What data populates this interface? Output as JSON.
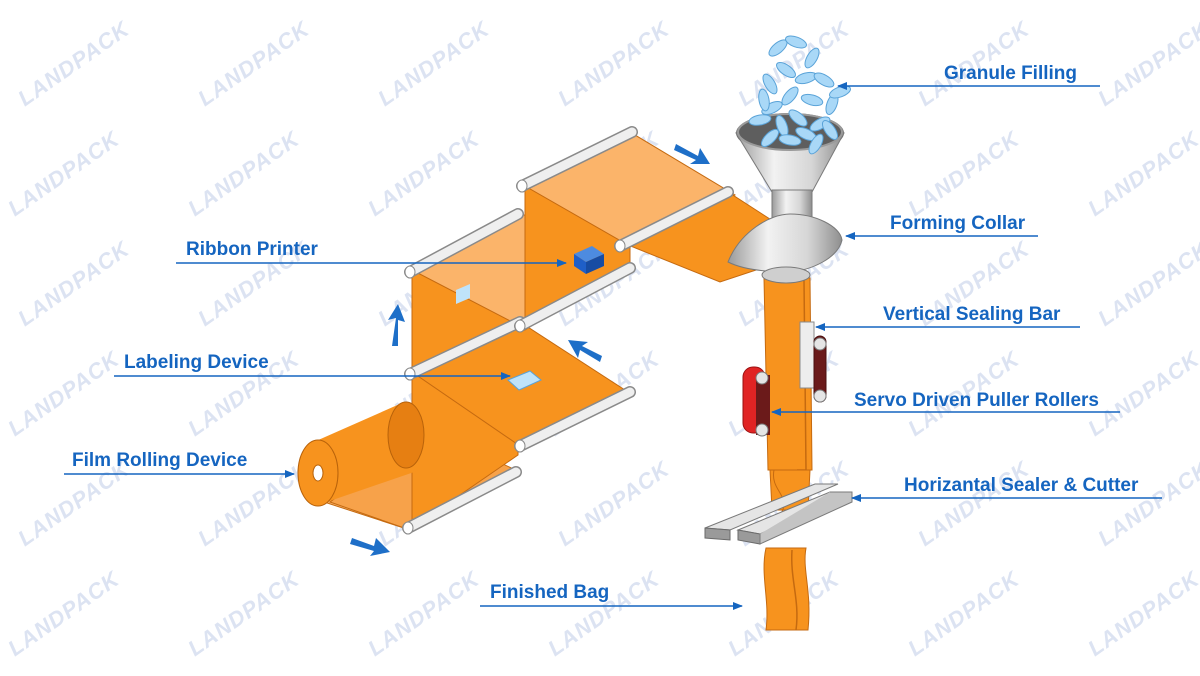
{
  "watermark": "LANDPACK",
  "colors": {
    "film": "#F7931E",
    "film_light": "#FBB46A",
    "film_dark": "#D9760A",
    "label_text": "#1565C0",
    "leader": "#1565C0",
    "arrow": "#1E6FC8",
    "roller": "#E6E6E6",
    "roller_edge": "#8A8A8A",
    "granule": "#A9D8F7",
    "printer": "#1F5FC8",
    "puller_red": "#E02424",
    "puller_dark": "#6B1A1A",
    "watermark": "#DCE3F2"
  },
  "labels": {
    "granule_filling": "Granule Filling",
    "forming_collar": "Forming Collar",
    "vertical_sealing_bar": "Vertical Sealing Bar",
    "servo_puller": "Servo Driven Puller Rollers",
    "horizontal_sealer": "Horizantal Sealer & Cutter",
    "finished_bag": "Finished Bag",
    "ribbon_printer": "Ribbon Printer",
    "labeling_device": "Labeling Device",
    "film_rolling": "Film Rolling  Device"
  }
}
